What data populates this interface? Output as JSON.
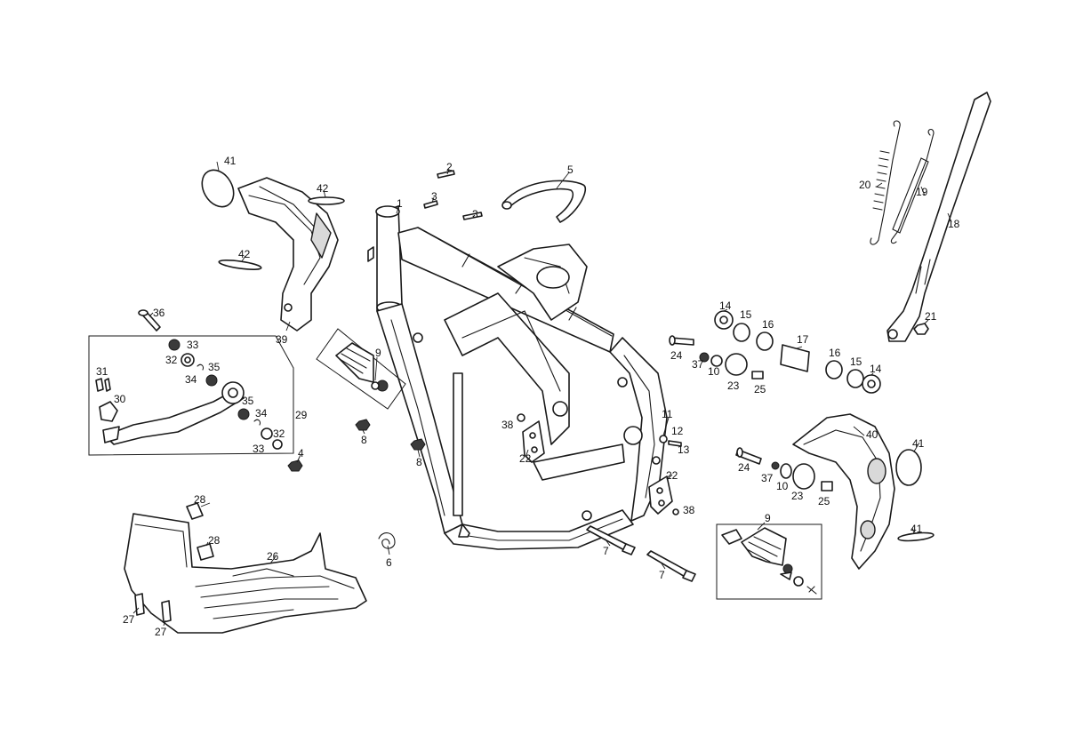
{
  "callouts": [
    {
      "id": "c1",
      "label": "1"
    },
    {
      "id": "c2",
      "label": "2"
    },
    {
      "id": "c3a",
      "label": "3"
    },
    {
      "id": "c3b",
      "label": "3"
    },
    {
      "id": "c4",
      "label": "4"
    },
    {
      "id": "c5",
      "label": "5"
    },
    {
      "id": "c6",
      "label": "6"
    },
    {
      "id": "c7a",
      "label": "7"
    },
    {
      "id": "c7b",
      "label": "7"
    },
    {
      "id": "c8a",
      "label": "8"
    },
    {
      "id": "c8b",
      "label": "8"
    },
    {
      "id": "c9a",
      "label": "9"
    },
    {
      "id": "c9b",
      "label": "9"
    },
    {
      "id": "c10a",
      "label": "10"
    },
    {
      "id": "c10b",
      "label": "10"
    },
    {
      "id": "c11",
      "label": "11"
    },
    {
      "id": "c12",
      "label": "12"
    },
    {
      "id": "c13",
      "label": "13"
    },
    {
      "id": "c14a",
      "label": "14"
    },
    {
      "id": "c14b",
      "label": "14"
    },
    {
      "id": "c15a",
      "label": "15"
    },
    {
      "id": "c15b",
      "label": "15"
    },
    {
      "id": "c16a",
      "label": "16"
    },
    {
      "id": "c16b",
      "label": "16"
    },
    {
      "id": "c17",
      "label": "17"
    },
    {
      "id": "c18",
      "label": "18"
    },
    {
      "id": "c19",
      "label": "19"
    },
    {
      "id": "c20",
      "label": "20"
    },
    {
      "id": "c21",
      "label": "21"
    },
    {
      "id": "c22a",
      "label": "22"
    },
    {
      "id": "c22b",
      "label": "22"
    },
    {
      "id": "c23a",
      "label": "23"
    },
    {
      "id": "c23b",
      "label": "23"
    },
    {
      "id": "c24a",
      "label": "24"
    },
    {
      "id": "c24b",
      "label": "24"
    },
    {
      "id": "c25a",
      "label": "25"
    },
    {
      "id": "c25b",
      "label": "25"
    },
    {
      "id": "c26",
      "label": "26"
    },
    {
      "id": "c27a",
      "label": "27"
    },
    {
      "id": "c27b",
      "label": "27"
    },
    {
      "id": "c28a",
      "label": "28"
    },
    {
      "id": "c28b",
      "label": "28"
    },
    {
      "id": "c29",
      "label": "29"
    },
    {
      "id": "c30",
      "label": "30"
    },
    {
      "id": "c31",
      "label": "31"
    },
    {
      "id": "c32a",
      "label": "32"
    },
    {
      "id": "c32b",
      "label": "32"
    },
    {
      "id": "c33a",
      "label": "33"
    },
    {
      "id": "c33b",
      "label": "33"
    },
    {
      "id": "c34a",
      "label": "34"
    },
    {
      "id": "c34b",
      "label": "34"
    },
    {
      "id": "c35a",
      "label": "35"
    },
    {
      "id": "c35b",
      "label": "35"
    },
    {
      "id": "c36",
      "label": "36"
    },
    {
      "id": "c37a",
      "label": "37"
    },
    {
      "id": "c37b",
      "label": "37"
    },
    {
      "id": "c38a",
      "label": "38"
    },
    {
      "id": "c38b",
      "label": "38"
    },
    {
      "id": "c39",
      "label": "39"
    },
    {
      "id": "c40",
      "label": "40"
    },
    {
      "id": "c41a",
      "label": "41"
    },
    {
      "id": "c41b",
      "label": "41"
    },
    {
      "id": "c41c",
      "label": "41"
    },
    {
      "id": "c42a",
      "label": "42"
    },
    {
      "id": "c42b",
      "label": "42"
    }
  ]
}
